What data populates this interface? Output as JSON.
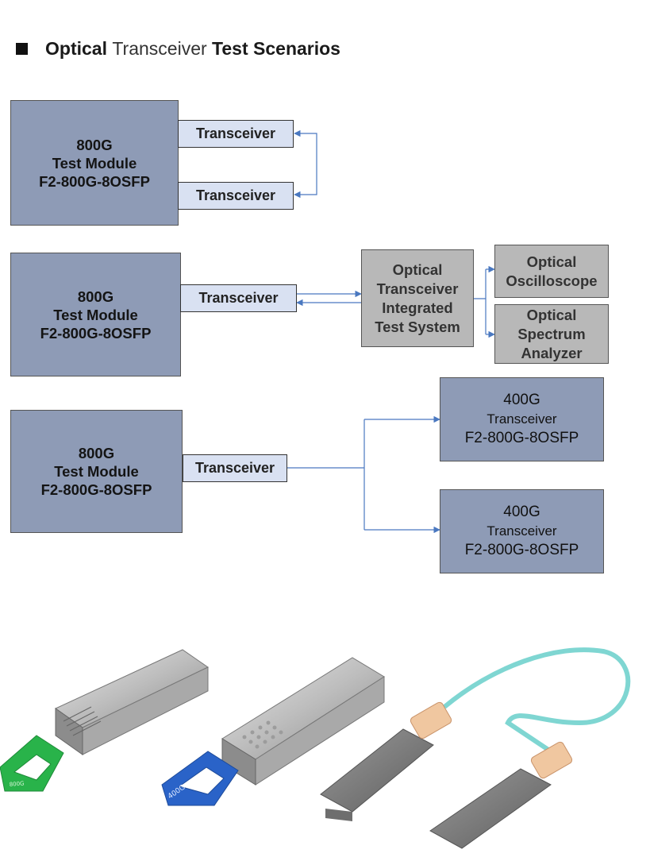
{
  "title": {
    "part1": "Optical ",
    "part2": "Transceiver",
    "part3": " Test Scenarios"
  },
  "scenario1": {
    "module": {
      "line1": "800G",
      "line2": "Test Module",
      "line3": "F2-800G-8OSFP"
    },
    "transceiver_a": "Transceiver",
    "transceiver_b": "Transceiver"
  },
  "scenario2": {
    "module": {
      "line1": "800G",
      "line2": "Test Module",
      "line3": "F2-800G-8OSFP"
    },
    "transceiver": "Transceiver",
    "test_system": {
      "line1": "Optical",
      "line2": "Transceiver",
      "line3": "Integrated",
      "line4": "Test System"
    },
    "oscilloscope": {
      "line1": "Optical",
      "line2": "Oscilloscope"
    },
    "spectrum_analyzer": {
      "line1": "Optical",
      "line2": "Spectrum",
      "line3": "Analyzer"
    }
  },
  "scenario3": {
    "module": {
      "line1": "800G",
      "line2": "Test Module",
      "line3": "F2-800G-8OSFP"
    },
    "transceiver": "Transceiver",
    "target_top": {
      "line1": "400G",
      "line2": "Transceiver",
      "line3": "F2-800G-8OSFP"
    },
    "target_bottom": {
      "line1": "400G",
      "line2": "Transceiver",
      "line3": "F2-800G-8OSFP"
    }
  },
  "products": {
    "osfp_tab_text": "800G",
    "qsfp_tab_text": "400G"
  },
  "colors": {
    "module_fill": "#8e9bb6",
    "transceiver_fill": "#d9e1f2",
    "equipment_fill": "#b8b8b8",
    "connector_line": "#4a78c0"
  }
}
